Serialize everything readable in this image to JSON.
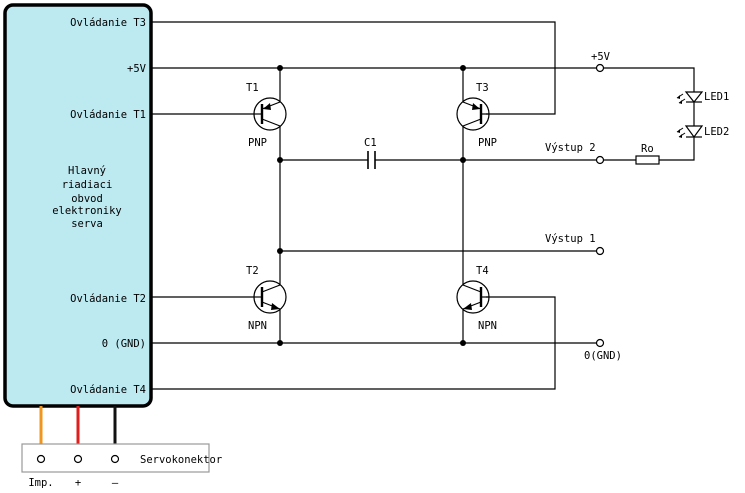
{
  "controller": {
    "fill": "#bde9f1",
    "title_lines": [
      "Hlavný",
      "riadiaci",
      "obvod",
      "elektroniky",
      "serva"
    ],
    "pins": {
      "ctrl_t3": "Ovládanie T3",
      "vcc": "+5V",
      "ctrl_t1": "Ovládanie T1",
      "ctrl_t2": "Ovládanie T2",
      "gnd": "0 (GND)",
      "ctrl_t4": "Ovládanie T4"
    }
  },
  "transistors": {
    "t1": {
      "name": "T1",
      "type": "PNP"
    },
    "t2": {
      "name": "T2",
      "type": "NPN"
    },
    "t3": {
      "name": "T3",
      "type": "PNP"
    },
    "t4": {
      "name": "T4",
      "type": "NPN"
    }
  },
  "capacitor": "C1",
  "resistor": "Ro",
  "leds": [
    "LED1",
    "LED2"
  ],
  "outputs": {
    "vcc": "+5V",
    "out2": "Výstup 2",
    "out1": "Výstup 1",
    "gnd": "0(GND)"
  },
  "connector": {
    "label": "Servokonektor",
    "pins": [
      "Imp.",
      "+",
      "–"
    ],
    "wire_colors": [
      "#f0961e",
      "#e01e1e",
      "#111111"
    ]
  }
}
